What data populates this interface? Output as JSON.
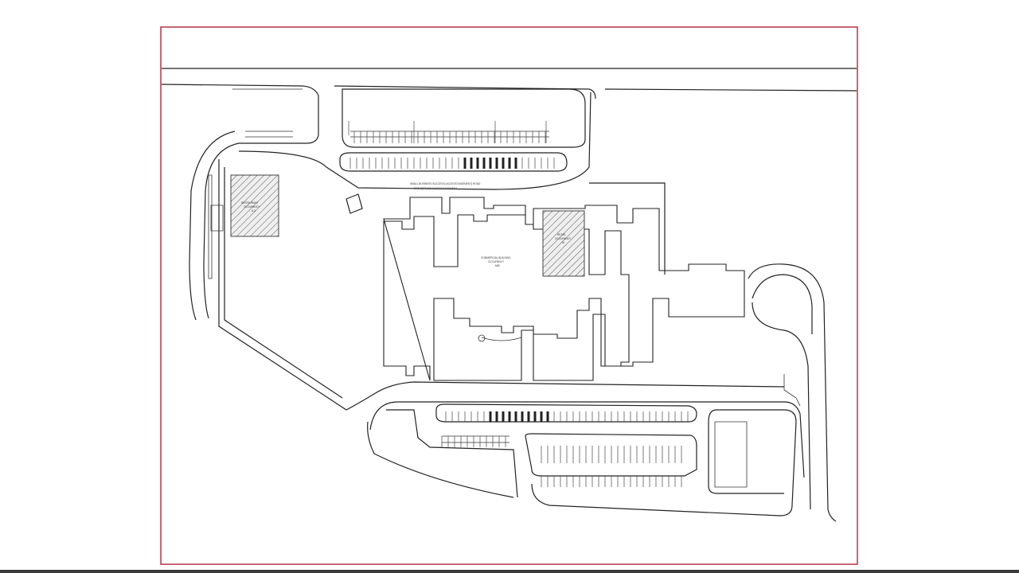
{
  "plan": {
    "top_note_line1": "SMALL BUSINESS SUCCESS (ACCESS EASEMENT) ROAD",
    "top_note_line2": "SITE SERVICE ACCESS EASEMENT",
    "building_left_label": "RESTAURANT",
    "building_left_sub": "OCCUPANCY",
    "building_left_sub2": "A-2",
    "building_center_label": "RETAIL",
    "building_center_sub": "OCCUPANCY",
    "building_center_sub2": "M",
    "main_building_label": "COMMERCIAL BUILDING",
    "main_building_sub": "OCCUPANCY",
    "main_building_sub2": "M/B"
  },
  "colors": {
    "frame": "#b0243a",
    "lines": "#222222",
    "bottom_bar": "#3a3a3a"
  }
}
